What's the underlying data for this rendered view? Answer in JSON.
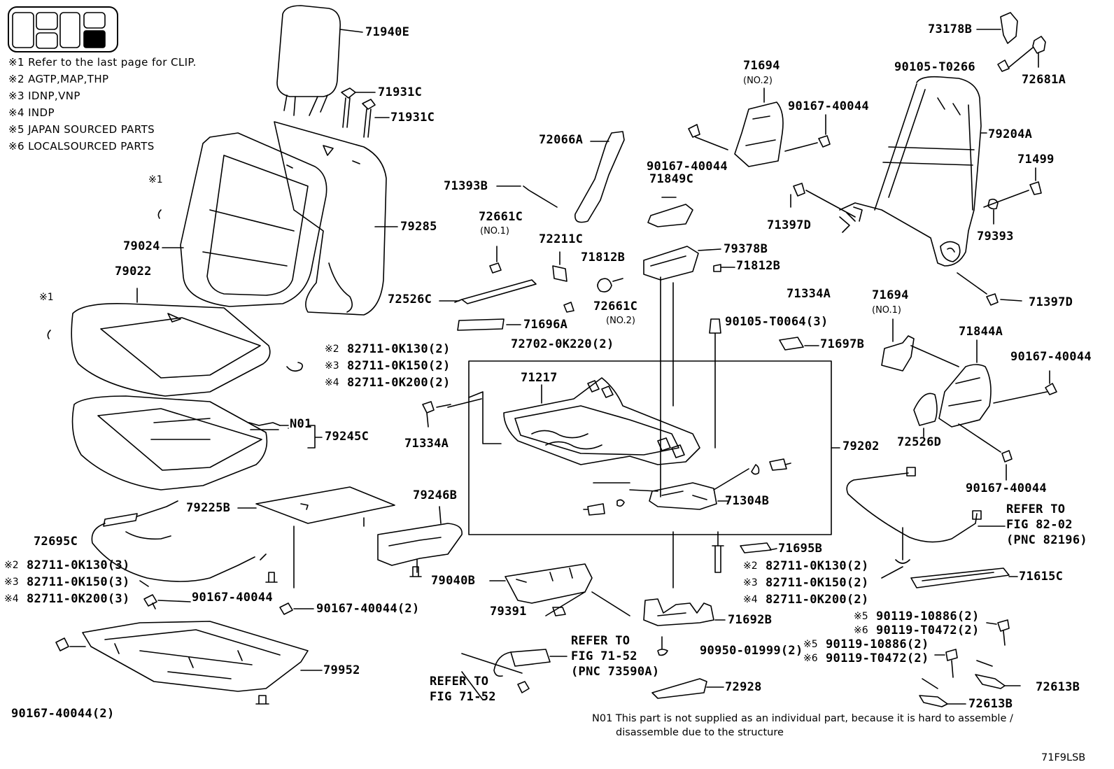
{
  "legend_notes": [
    "※1 Refer to the last page for CLIP.",
    "※2 AGTP,MAP,THP",
    "※3 IDNP,VNP",
    "※4 INDP",
    "※5 JAPAN SOURCED PARTS",
    "※6 LOCALSOURCED PARTS"
  ],
  "markers": {
    "m1": "※1",
    "clip": "c"
  },
  "parts": {
    "p71940E": "71940E",
    "p71931C": "71931C",
    "p72066A": "72066A",
    "p71393B": "71393B",
    "p72661C": "72661C",
    "p72211C": "72211C",
    "p71812B": "71812B",
    "p79378B": "79378B",
    "p72526C": "72526C",
    "p71696A": "71696A",
    "p72702": "72702-0K220(2)",
    "p79285": "79285",
    "p79024": "79024",
    "p79022": "79022",
    "p82711_130_2": "82711-0K130(2)",
    "p82711_150_2": "82711-0K150(2)",
    "p82711_200_2": "82711-0K200(2)",
    "p82711_130_3": "82711-0K130(3)",
    "p82711_150_3": "82711-0K150(3)",
    "p82711_200_3": "82711-0K200(3)",
    "pN01": "N01",
    "p79245C": "79245C",
    "p79225B": "79225B",
    "p72695C": "72695C",
    "p79246B": "79246B",
    "p90167": "90167-40044",
    "p90167x2": "90167-40044(2)",
    "p79952": "79952",
    "p79040B": "79040B",
    "p79391": "79391",
    "p71217": "71217",
    "p71334A": "71334A",
    "p71304B": "71304B",
    "p79202": "79202",
    "p71695B": "71695B",
    "p71692B": "71692B",
    "p90950": "90950-01999(2)",
    "p72928": "72928",
    "p71694": "71694",
    "p71849C": "71849C",
    "p90105_T0064": "90105-T0064(3)",
    "p71697B": "71697B",
    "p73178B": "73178B",
    "p90105_T0266": "90105-T0266",
    "p72681A": "72681A",
    "p79204A": "79204A",
    "p71499": "71499",
    "p71397D": "71397D",
    "p79393": "79393",
    "p71844A": "71844A",
    "p72526D": "72526D",
    "p71615C": "71615C",
    "p90119_10886": "90119-10886(2)",
    "p90119_T0472": "90119-T0472(2)",
    "p72613B": "72613B"
  },
  "subnotes": {
    "no1": "(NO.1)",
    "no2": "(NO.2)"
  },
  "marks": {
    "m2": "※2",
    "m3": "※3",
    "m4": "※4",
    "m5": "※5",
    "m6": "※6"
  },
  "refs": {
    "refer_to": "REFER TO",
    "fig_71_52": "FIG 71-52",
    "pnc_73590A": "(PNC 73590A)",
    "fig_82_02": "FIG 82-02",
    "pnc_82196": "(PNC 82196)"
  },
  "footnote": {
    "line1": "N01 This part is not supplied as an individual part, because it is hard to assemble /",
    "line2": "disassemble due to the structure"
  },
  "code": "71F9LSB"
}
